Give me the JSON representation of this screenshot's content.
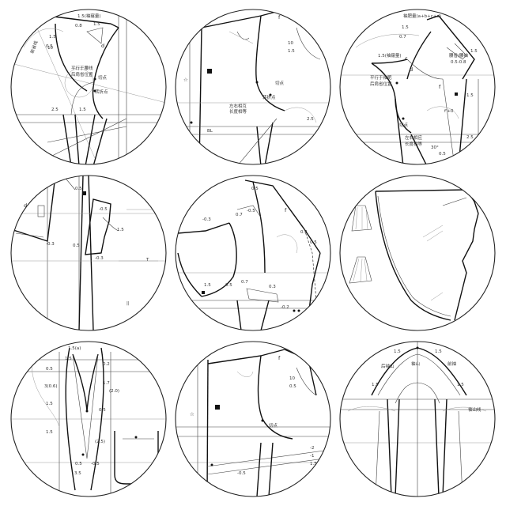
{
  "panels": [
    {
      "id": "p1",
      "labels": [
        "1.5(袖窿量)",
        "0.8",
        "1.5",
        "1.5",
        "10",
        "d",
        "新省线",
        "0.5",
        "平行于腰线",
        "后肩省位置",
        "切点",
        "转折点",
        "2.5",
        "1.5"
      ]
    },
    {
      "id": "p2",
      "labels": [
        "f",
        "10",
        "1.5",
        "切点",
        "转折点",
        "左右相互",
        "长度相等",
        "2.5",
        "BL",
        "☆",
        "■"
      ]
    },
    {
      "id": "p3",
      "labels": [
        "袖肥量(a+b+c+d)",
        "1.5",
        "0.7",
        "1.5",
        "腰省/腰袖",
        "0.5-0.8",
        "c",
        "d",
        "1.5(袖窿量)",
        "平行于袖肥",
        "后肩省位置",
        "切点",
        "f",
        "1.5",
        "f'+0",
        "左右相应",
        "长度相等",
        "2.5",
        "30°",
        "0.5"
      ]
    },
    {
      "id": "p4",
      "labels": [
        "d",
        "-0.3",
        "0.5",
        "-0.5",
        "1.5",
        "-0.3",
        "T",
        "0.5",
        "■"
      ]
    },
    {
      "id": "p5",
      "labels": [
        "0.5",
        "0.7",
        "-0.5",
        "-0.3",
        "f",
        "0.2",
        "0.5",
        "0.7",
        "1.5",
        "-0.2",
        "0.5",
        "0.3",
        "■"
      ]
    },
    {
      "id": "p6",
      "labels": []
    },
    {
      "id": "p7",
      "labels": [
        "1.5(a)",
        "0.2",
        "1.7",
        "(2.0)",
        "3(0.6)",
        "1.5",
        "1.5",
        "0.5",
        "0.5",
        "1.5",
        "(2.5)",
        "0.5",
        "-0.5",
        "3.5"
      ]
    },
    {
      "id": "p8",
      "labels": [
        "f",
        "10",
        "0.5",
        "切点",
        "☆",
        "■",
        "-2",
        "-1",
        "1.5",
        "-0.5"
      ]
    },
    {
      "id": "p9",
      "labels": [
        "1.5",
        "1.5",
        "后袖山",
        "袖山",
        "前袖",
        "袖山线",
        "1.5",
        "1.5"
      ]
    }
  ]
}
